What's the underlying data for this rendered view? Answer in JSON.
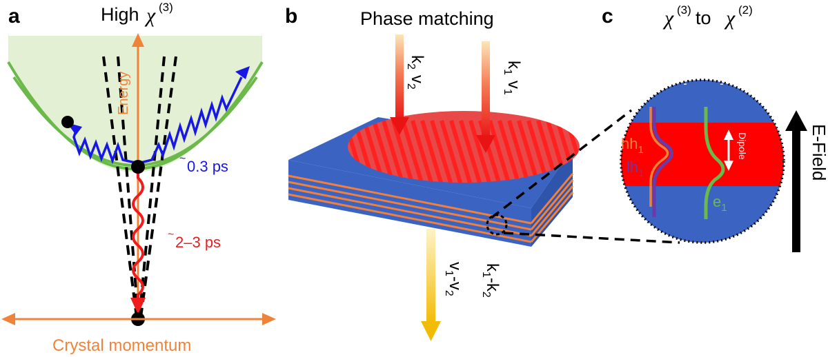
{
  "colors": {
    "orange": "#f0833a",
    "green_band": "#6ab94a",
    "green_fill": "#e3f0d3",
    "blue": "#1717e6",
    "red": "#ee1c1c",
    "wafer_blue": "#3b64c2",
    "stripe_orange": "#f0803c",
    "dipole_red": "#ff0000",
    "yellow": "#f5c40a",
    "purple": "#6a3aa8"
  },
  "panel_a": {
    "letter": "a",
    "title_text": "High ",
    "title_symbol": "χ",
    "title_superscript": "(3)",
    "energy_axis_label": "Energy",
    "time_fast_tilde": "~",
    "time_fast": "0.3 ps",
    "time_slow_tilde": "~",
    "time_slow": "2–3 ps",
    "momentum_axis_label": "Crystal momentum"
  },
  "panel_b": {
    "letter": "b",
    "title": "Phase matching",
    "beam2_k": "k",
    "beam2_k_sub": "2",
    "beam2_v": "v",
    "beam2_v_sub": "2",
    "beam1_k": "k",
    "beam1_k_sub": "1",
    "beam1_v": "v",
    "beam1_v_sub": "1",
    "out_k": "k",
    "out_k1_sub": "1",
    "out_k_minus": "-k",
    "out_k2_sub": "2",
    "out_v": "v",
    "out_v1_sub": "1",
    "out_v_minus": "-v",
    "out_v2_sub": "2"
  },
  "panel_c": {
    "letter": "c",
    "title_sym1": "χ",
    "title_sup1": "(3)",
    "title_mid": " to ",
    "title_sym2": "χ",
    "title_sup2": "(2)",
    "hh_label": "hh",
    "hh_sub": "1",
    "lh_label": "lh",
    "lh_sub": "1",
    "e_label": "e",
    "e_sub": "1",
    "dipole_label": "Dipole",
    "efield_label": "E-Field"
  }
}
